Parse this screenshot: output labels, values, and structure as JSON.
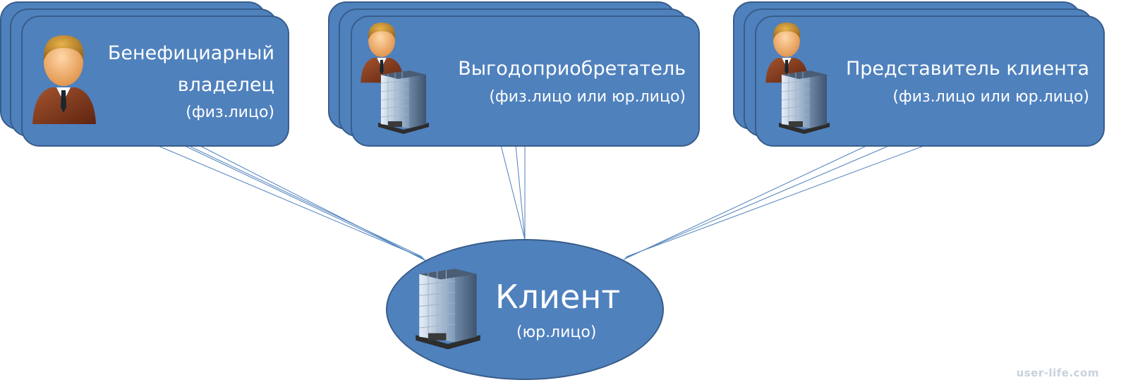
{
  "nodes": {
    "beneficial_owner": {
      "title_line1": "Бенефициарный",
      "title_line2": "владелец",
      "subtitle": "(физ.лицо)",
      "icon": "person-icon"
    },
    "beneficiary": {
      "title": "Выгодоприобретатель",
      "subtitle": "(физ.лицо или юр.лицо)",
      "icons": [
        "person-icon",
        "building-icon"
      ]
    },
    "client_representative": {
      "title": "Представитель клиента",
      "subtitle": "(физ.лицо или юр.лицо)",
      "icons": [
        "person-icon",
        "building-icon"
      ]
    },
    "client": {
      "title": "Клиент",
      "subtitle": "(юр.лицо)",
      "icon": "building-icon"
    }
  },
  "colors": {
    "node_fill": "#4f81bd",
    "node_border": "#385d8a",
    "connector": "#4f81bd",
    "text": "#ffffff"
  },
  "watermark": "user-life.com"
}
